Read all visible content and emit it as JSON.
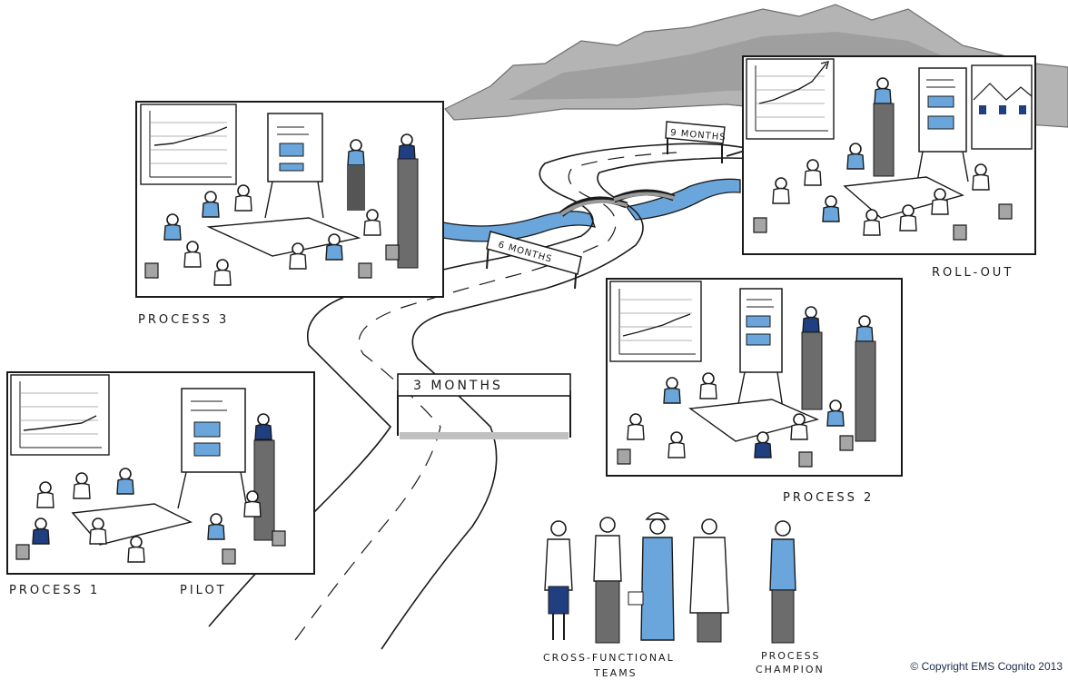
{
  "milestones": {
    "m3": "3 MONTHS",
    "m6": "6 MONTHS",
    "m9": "9 MONTHS"
  },
  "captions": {
    "process1": "PROCESS 1",
    "pilot": "PILOT",
    "process2": "PROCESS 2",
    "process3": "PROCESS 3",
    "rollout": "ROLL-OUT",
    "teams_line1": "CROSS-FUNCTIONAL",
    "teams_line2": "TEAMS",
    "champion_line1": "PROCESS",
    "champion_line2": "CHAMPION"
  },
  "copyright": "© Copyright EMS Cognito 2013",
  "colors": {
    "accent_blue": "#6aa6dc",
    "navy": "#1f3f80",
    "grey": "#9a9a9a",
    "ink": "#1a1a1a"
  }
}
